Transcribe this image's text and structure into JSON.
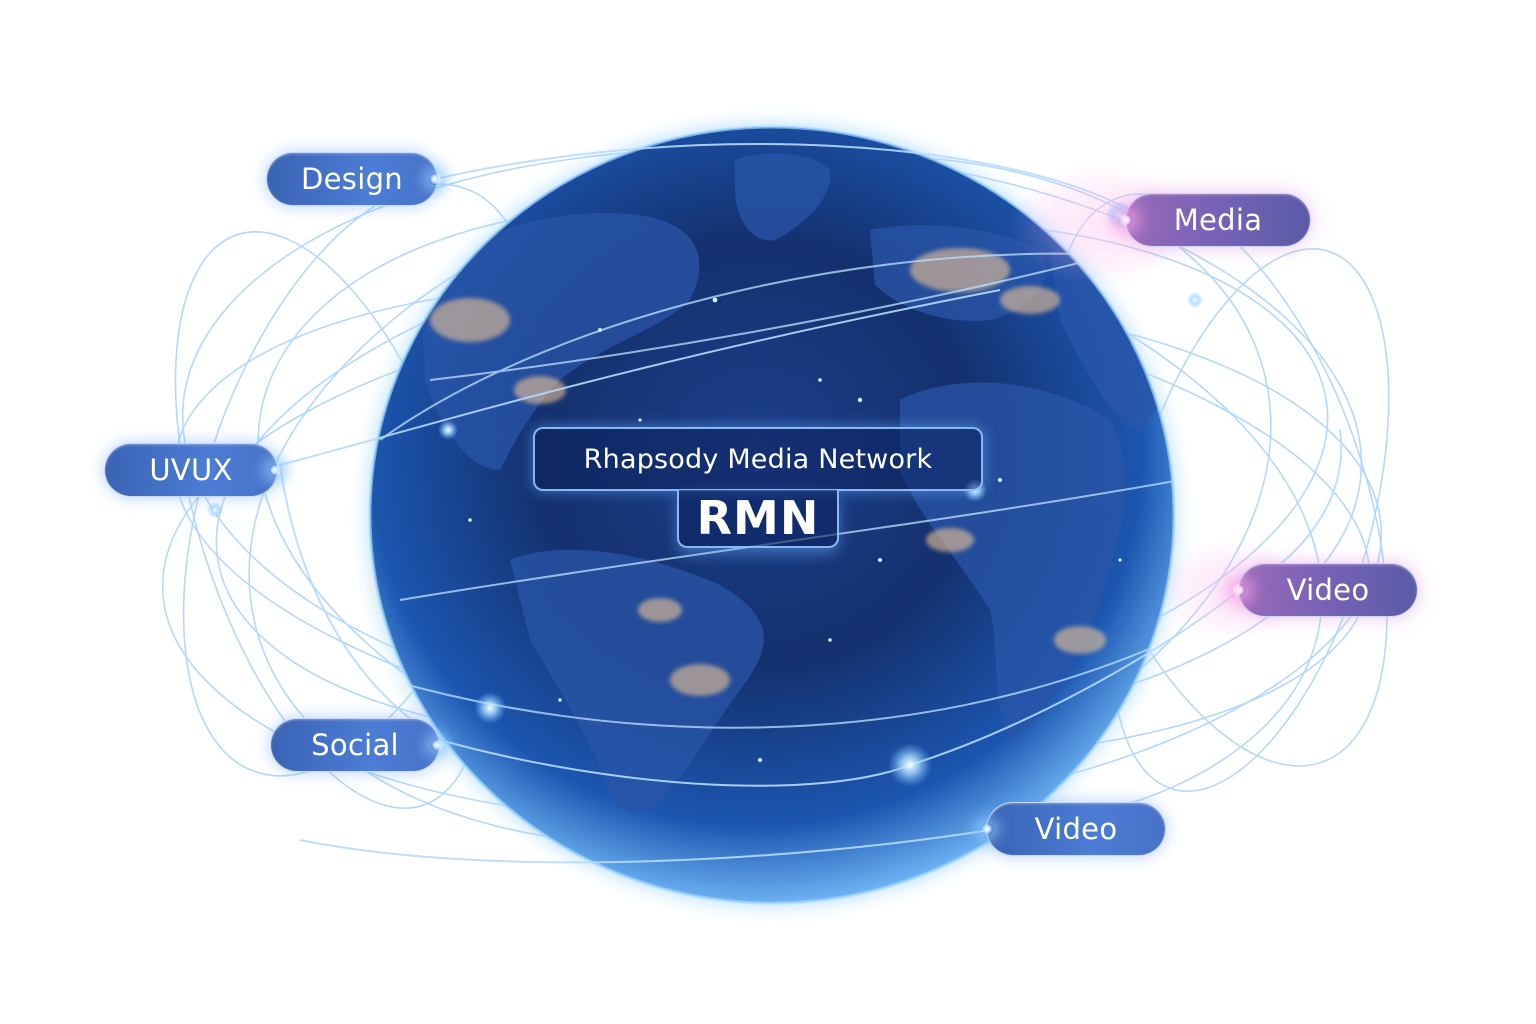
{
  "center": {
    "title": "Rhapsody Media Network",
    "abbreviation": "RMN"
  },
  "nodes": [
    {
      "id": "design",
      "label": "Design",
      "style": "blue"
    },
    {
      "id": "media",
      "label": "Media",
      "style": "purple"
    },
    {
      "id": "uvux",
      "label": "UVUX",
      "style": "blue"
    },
    {
      "id": "video-right",
      "label": "Video",
      "style": "purple"
    },
    {
      "id": "social",
      "label": "Social",
      "style": "blue"
    },
    {
      "id": "video-bottom",
      "label": "Video",
      "style": "blue"
    }
  ],
  "colors": {
    "background": "#ffffff",
    "globe_deep": "#0a1c4a",
    "globe_mid": "#1a4aa0",
    "globe_rim": "#6fb6ff",
    "orbit_line": "#9ccaf5",
    "pill_blue": "#4872c8",
    "pill_purple": "#8a66b8",
    "city_lights": "#ffc98a"
  },
  "icons": {
    "globe": "earth-at-night-icon",
    "connection": "glowing-node-icon"
  }
}
